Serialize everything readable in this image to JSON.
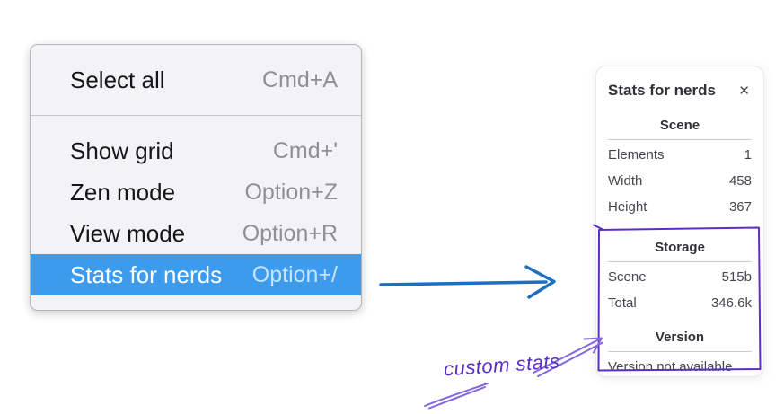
{
  "menu": {
    "groups": [
      {
        "items": [
          {
            "label": "Select all",
            "shortcut": "Cmd+A"
          }
        ]
      },
      {
        "items": [
          {
            "label": "Show grid",
            "shortcut": "Cmd+'"
          },
          {
            "label": "Zen mode",
            "shortcut": "Option+Z"
          },
          {
            "label": "View mode",
            "shortcut": "Option+R"
          },
          {
            "label": "Stats for nerds",
            "shortcut": "Option+/",
            "highlighted": true
          }
        ]
      }
    ]
  },
  "stats_panel": {
    "title": "Stats for nerds",
    "close_icon": "✕",
    "sections": [
      {
        "title": "Scene",
        "rows": [
          {
            "label": "Elements",
            "value": "1"
          },
          {
            "label": "Width",
            "value": "458"
          },
          {
            "label": "Height",
            "value": "367"
          }
        ]
      },
      {
        "title": "Storage",
        "rows": [
          {
            "label": "Scene",
            "value": "515b"
          },
          {
            "label": "Total",
            "value": "346.6k"
          }
        ]
      },
      {
        "title": "Version",
        "note": "Version not available"
      }
    ]
  },
  "annotation": {
    "label": "custom stats"
  },
  "colors": {
    "highlight_blue": "#3d9bee",
    "arrow_blue": "#1d6fbf",
    "violet": "#5b2fc4",
    "violet_light": "#8468dd"
  }
}
